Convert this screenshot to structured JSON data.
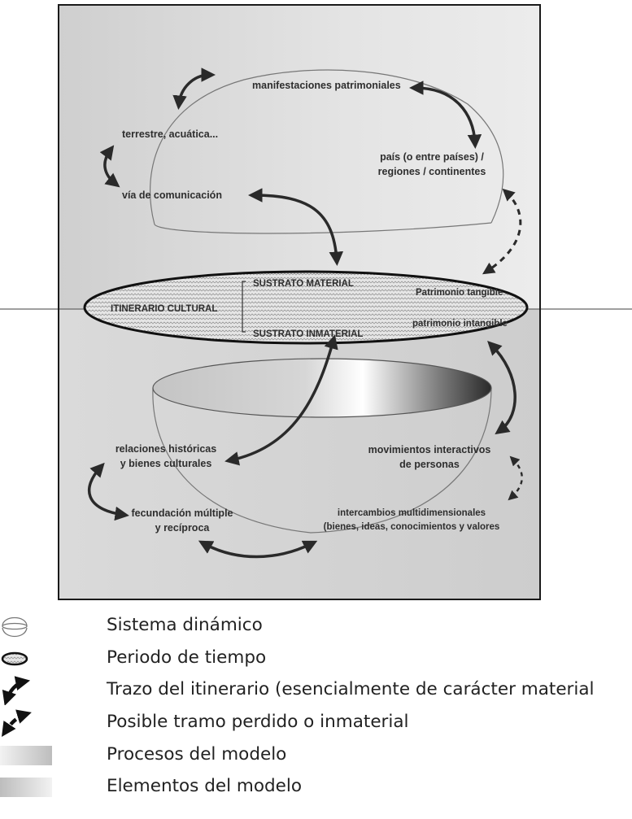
{
  "diagram": {
    "top": {
      "manifestaciones": "manifestaciones patrimoniales",
      "terrestre": "terrestre, acuática...",
      "pais_line1": "país (o entre países) /",
      "pais_line2": "regiones / continentes",
      "via": "vía de comunicación"
    },
    "center": {
      "itinerario": "ITINERARIO CULTURAL",
      "sustrato_material": "SUSTRATO MATERIAL",
      "sustrato_inmaterial": "SUSTRATO INMATERIAL",
      "patrimonio_tangible": "Patrimonio tangible",
      "patrimonio_intangible": "patrimonio intangible"
    },
    "bottom": {
      "relaciones_line1": "relaciones históricas",
      "relaciones_line2": "y bienes culturales",
      "movimientos_line1": "movimientos interactivos",
      "movimientos_line2": "de personas",
      "fecundacion_line1": "fecundación múltiple",
      "fecundacion_line2": "y recíproca",
      "intercambios_line1": "intercambios multidimensionales",
      "intercambios_line2": "(bienes, ideas, conocimientos y valores"
    }
  },
  "legend": {
    "items": [
      {
        "icon": "dynamic-system-icon",
        "label": "Sistema dinámico"
      },
      {
        "icon": "time-period-icon",
        "label": "Periodo de tiempo"
      },
      {
        "icon": "solid-double-arrow-icon",
        "label": "Trazo del itinerario (esencialmente de carácter material"
      },
      {
        "icon": "dashed-double-arrow-icon",
        "label": "Posible tramo perdido o inmaterial"
      },
      {
        "icon": "process-gradient-icon",
        "label": "Procesos del modelo"
      },
      {
        "icon": "element-gradient-icon",
        "label": "Elementos del modelo"
      }
    ]
  },
  "colors": {
    "upper_background": "#dcdcdc",
    "lower_background": "#d2d2d2",
    "frame": "#1a1a1a",
    "arrows": "#2a2a2a"
  }
}
